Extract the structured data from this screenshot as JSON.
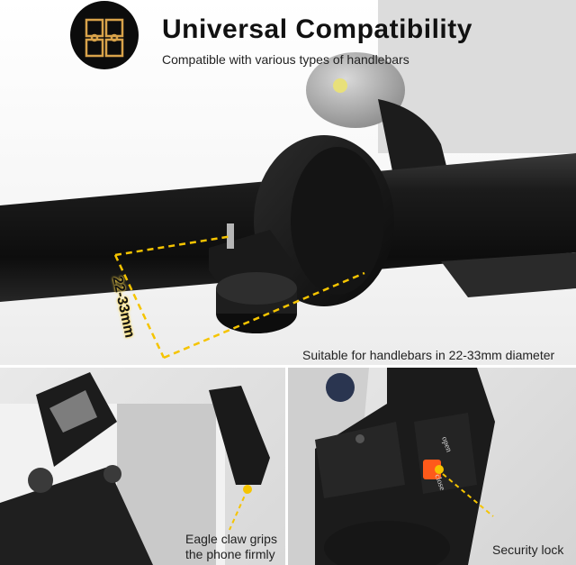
{
  "header": {
    "title": "Universal Compatibility",
    "subtitle": "Compatible with various types of handlebars",
    "icon": "puzzle-icon"
  },
  "dimension": {
    "label": "22-33mm",
    "caption": "Suitable for handlebars in 22-33mm diameter"
  },
  "eagle_claw": {
    "caption_line1": "Eagle claw grips",
    "caption_line2": "the phone firmly"
  },
  "security_lock": {
    "caption": "Security lock",
    "open_label": "open",
    "close_label": "close"
  },
  "colors": {
    "accent_yellow": "#f5c400",
    "indicator_orange": "#ff5a1a",
    "mount_black": "#1a1a1a"
  }
}
